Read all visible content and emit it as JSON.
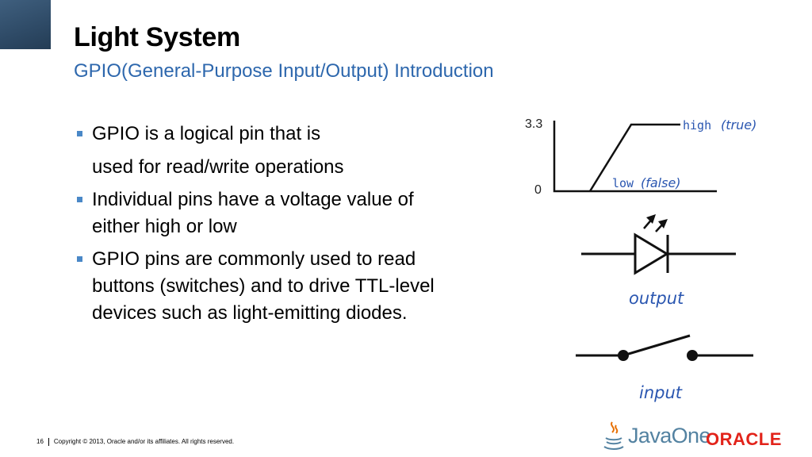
{
  "slide": {
    "title": "Light System",
    "subtitle": "GPIO(General-Purpose Input/Output) Introduction"
  },
  "bullets": [
    {
      "lines": [
        "GPIO is a logical pin that is",
        "used for read/write operations"
      ]
    },
    {
      "lines": [
        "Individual pins have a voltage value of",
        "either high or low"
      ]
    },
    {
      "lines": [
        "GPIO pins are commonly used to read",
        "buttons (switches) and to drive TTL-level",
        "devices such as light-emitting diodes."
      ]
    }
  ],
  "figure": {
    "signal": {
      "y_top_label": "3.3",
      "y_bottom_label": "0",
      "high_word": "high",
      "high_note": "(true)",
      "low_word": "low",
      "low_note": "(false)"
    },
    "output_label": "output",
    "input_label": "input"
  },
  "footer": {
    "page_number": "16",
    "copyright": "Copyright © 2013, Oracle and/or its affiliates. All rights reserved."
  },
  "logos": {
    "javaone": "JavaOne",
    "oracle": "ORACLE"
  },
  "colors": {
    "accent_blue": "#2d67ad",
    "bullet_blue": "#4a88c7",
    "hand_blue": "#2a56b0",
    "oracle_red": "#e2231a",
    "corner_block": "#2e4a66"
  }
}
